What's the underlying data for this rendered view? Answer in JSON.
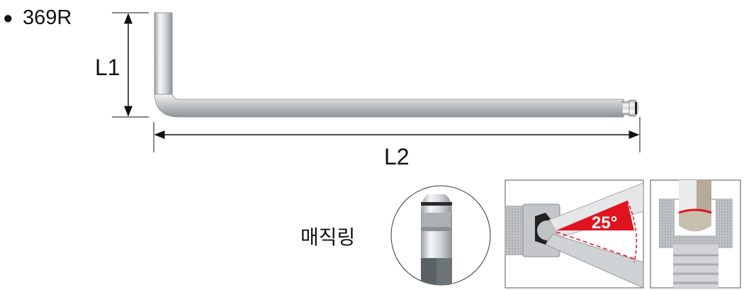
{
  "model": {
    "bullet": "●",
    "name": "369R"
  },
  "dimensions": {
    "l1": "L1",
    "l2": "L2"
  },
  "feature": {
    "label": "매직링",
    "angle": "25°"
  },
  "colors": {
    "accent": "#e0141e",
    "steel": "#c9ccd0",
    "dark_shaft": "#5b6266"
  }
}
